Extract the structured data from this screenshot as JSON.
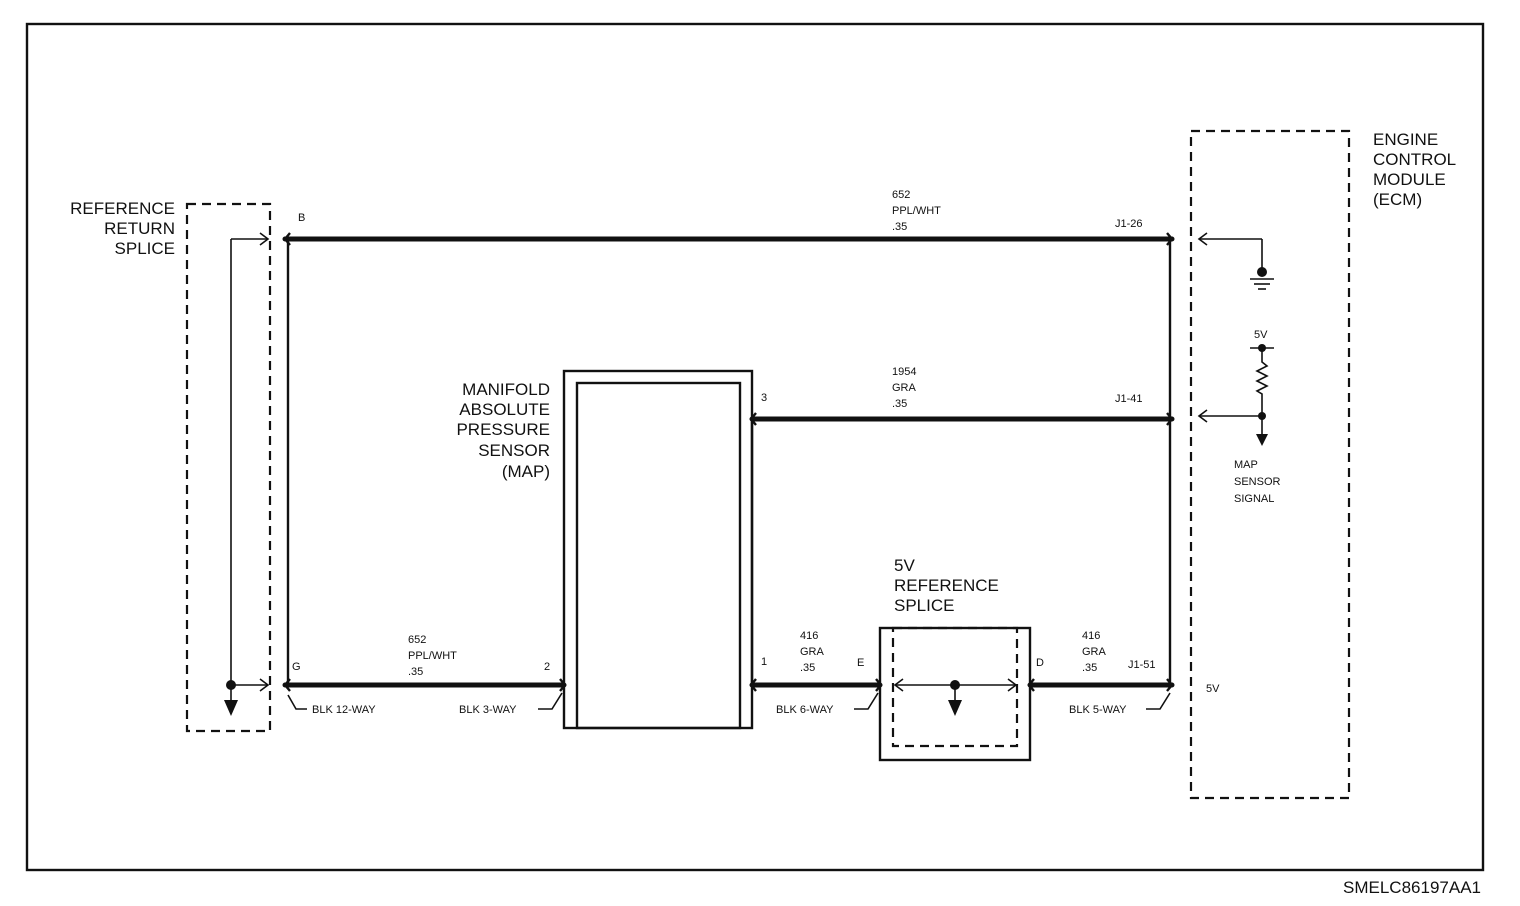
{
  "reference_return_splice": {
    "line1": "REFERENCE",
    "line2": "RETURN",
    "line3": "SPLICE"
  },
  "ecm": {
    "line1": "ENGINE",
    "line2": "CONTROL",
    "line3": "MODULE",
    "line4": "(ECM)"
  },
  "map_sensor": {
    "line1": "MANIFOLD",
    "line2": "ABSOLUTE",
    "line3": "PRESSURE",
    "line4": "SENSOR",
    "line5": "(MAP)"
  },
  "five_v_splice": {
    "line1": "5V",
    "line2": "REFERENCE",
    "line3": "SPLICE"
  },
  "wires": {
    "top": {
      "circuit": "652",
      "color": "PPL/WHT",
      "gauge": ".35"
    },
    "middle": {
      "circuit": "1954",
      "color": "GRA",
      "gauge": ".35"
    },
    "bottom_left": {
      "circuit": "652",
      "color": "PPL/WHT",
      "gauge": ".35"
    },
    "bottom_mid": {
      "circuit": "416",
      "color": "GRA",
      "gauge": ".35"
    },
    "bottom_right": {
      "circuit": "416",
      "color": "GRA",
      "gauge": ".35"
    }
  },
  "pins": {
    "b": "B",
    "g": "G",
    "map_2": "2",
    "map_3": "3",
    "map_1": "1",
    "e": "E",
    "d": "D",
    "j1_26": "J1-26",
    "j1_41": "J1-41",
    "j1_51": "J1-51"
  },
  "connectors": {
    "blk12": "BLK 12-WAY",
    "blk3": "BLK 3-WAY",
    "blk6": "BLK 6-WAY",
    "blk5": "BLK 5-WAY"
  },
  "ecm_internal": {
    "five_v_top": "5V",
    "five_v_bottom": "5V",
    "map_signal_1": "MAP",
    "map_signal_2": "SENSOR",
    "map_signal_3": "SIGNAL"
  },
  "figure_id": "SMELC86197AA1"
}
